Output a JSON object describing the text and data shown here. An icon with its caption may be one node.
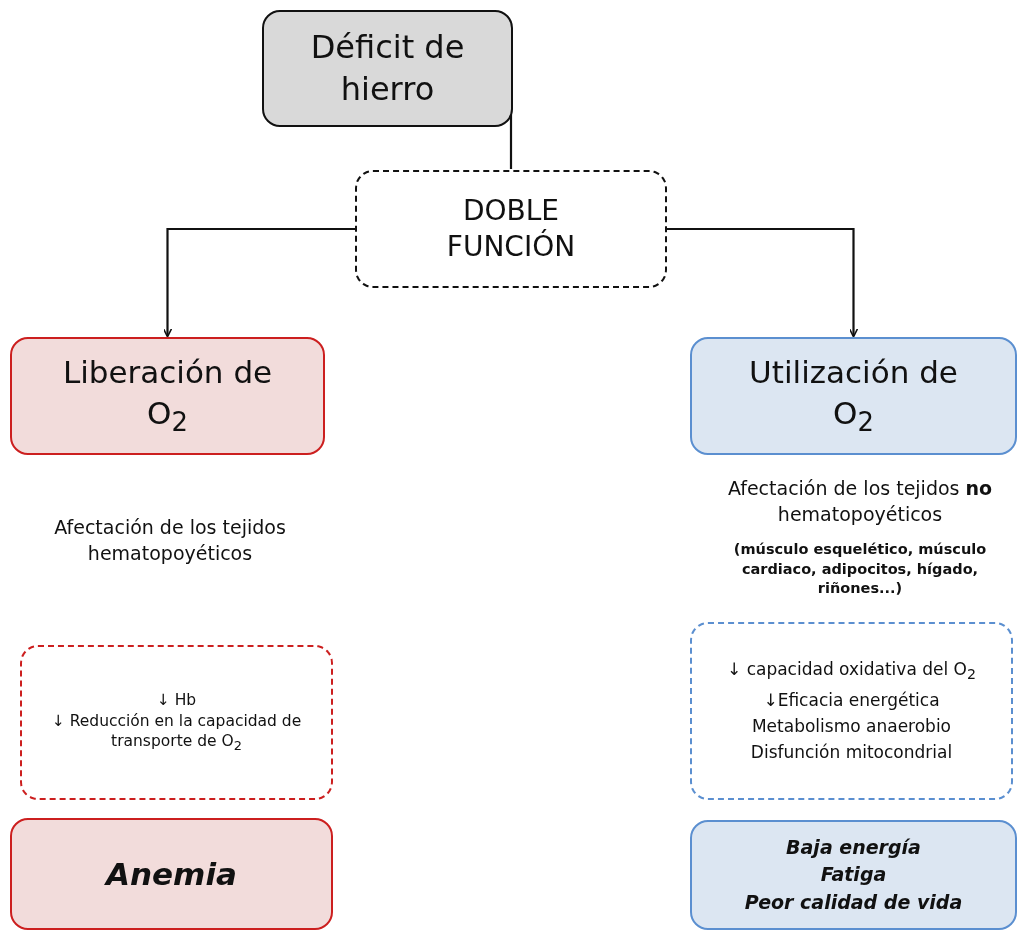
{
  "diagram": {
    "nodes": [
      {
        "text": [
          "Déficit de hierro"
        ]
      },
      {
        "text": [
          "DOBLE FUNCIÓN"
        ]
      },
      {
        "text": [
          "Liberación de O$_{2}$"
        ]
      },
      {
        "text": [
          "Utilización de O$_{2}$"
        ]
      },
      {
        "text": [
          "↓ Hb",
          "↓ Reducción en la capacidad de transporte de O$_{2}$"
        ]
      },
      {
        "text": [
          "Anemia"
        ]
      },
      {
        "text": [
          "↓ capacidad oxidativa del O$_{2}$",
          "↓Eficacia energética",
          "Metabolismo anaerobio",
          "Disfunción mitocondrial"
        ]
      },
      {
        "text": [
          "Baja energía",
          "Fatiga",
          "Peor calidad de vida"
        ]
      }
    ],
    "edges": [
      {
        "from": 0,
        "to": 1,
        "arrow": "none"
      },
      {
        "from": 1,
        "to": 2,
        "arrow": "to"
      },
      {
        "from": 1,
        "to": 3,
        "arrow": "to"
      }
    ],
    "labels": [
      "Afectación de los tejidos hematopoyéticos",
      "Afectación de los tejidos **no** hematopoyéticos",
      "(músculo esquelético, músculo cardiaco, adipocitos, hígado, riñones...)"
    ]
  }
}
